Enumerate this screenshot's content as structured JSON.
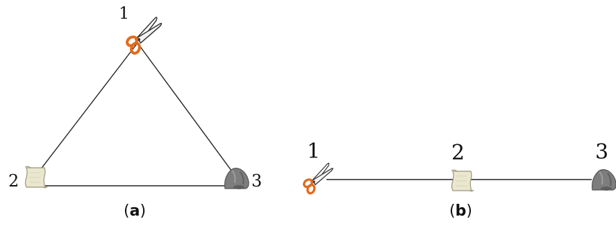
{
  "panel_a": {
    "node_1_label": "1",
    "node_2_label": "2",
    "node_3_label": "3",
    "icon_1": "scissors-icon",
    "icon_2": "paper-icon",
    "icon_3": "rock-icon",
    "caption_open": "(",
    "caption_letter": "a",
    "caption_close": ")"
  },
  "panel_b": {
    "node_1_label": "1",
    "node_2_label": "2",
    "node_3_label": "3",
    "icon_1": "scissors-icon",
    "icon_2": "paper-icon",
    "icon_3": "rock-icon",
    "caption_open": "(",
    "caption_letter": "b",
    "caption_close": ")"
  },
  "colors": {
    "edge": "#222222",
    "scissors_handle": "#e26a1c",
    "scissors_blade": "#ffffff",
    "paper": "#eae7cf",
    "rock": "#7d7d7d"
  }
}
